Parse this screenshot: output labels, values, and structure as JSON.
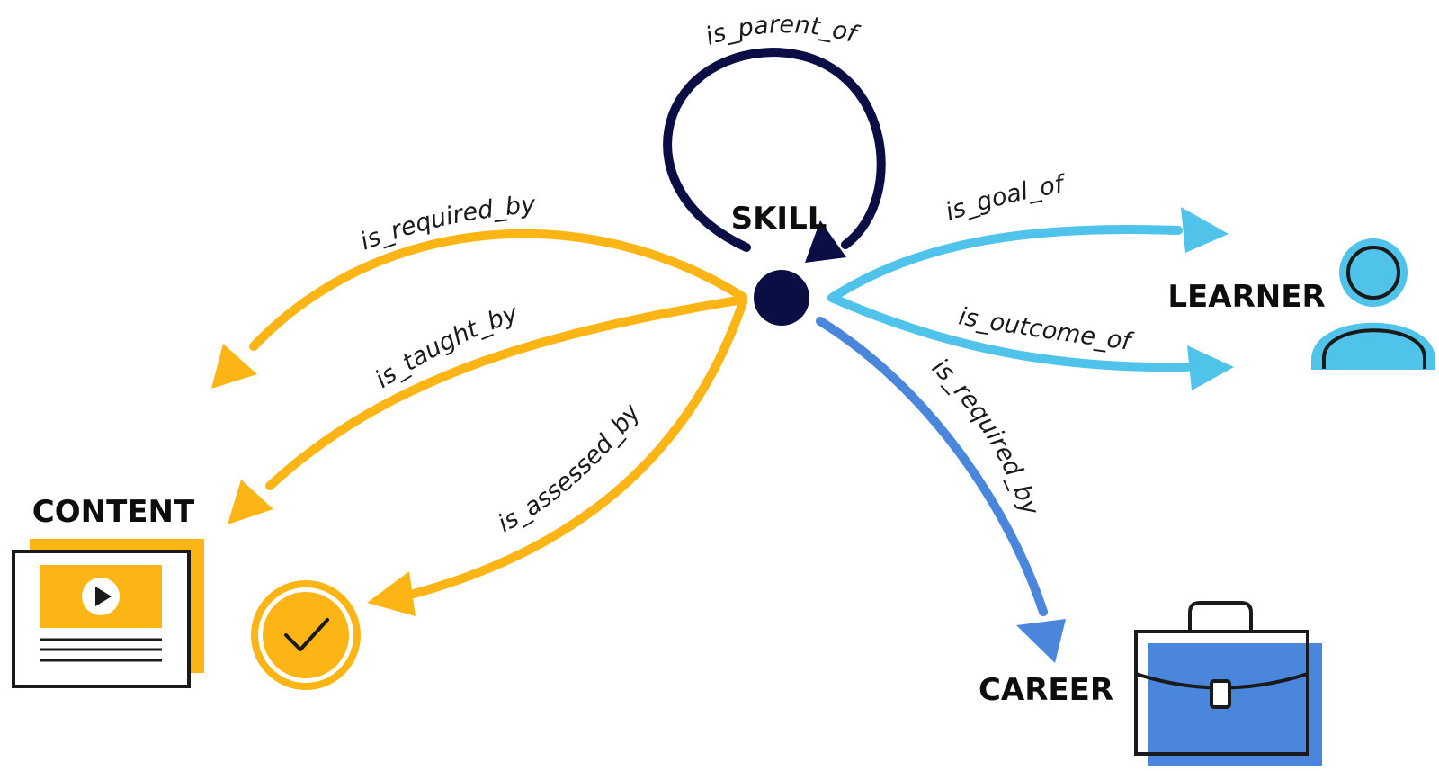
{
  "colors": {
    "content": "#FDB515",
    "learner": "#4FC3EA",
    "career": "#4A86DB",
    "skill": "#0B0D45",
    "ink": "#1a1a1a"
  },
  "nodes": {
    "skill": "SKILL",
    "learner": "LEARNER",
    "content": "CONTENT",
    "career": "CAREER"
  },
  "edges": {
    "is_parent_of": "is_parent_of",
    "is_goal_of": "is_goal_of",
    "is_outcome_of": "is_outcome_of",
    "is_required_by_career": "is_required_by",
    "is_required_by_content": "is_required_by",
    "is_taught_by": "is_taught_by",
    "is_assessed_by": "is_assessed_by"
  },
  "icons": [
    "play-icon",
    "user-icon",
    "briefcase-icon",
    "checkmark-icon"
  ]
}
